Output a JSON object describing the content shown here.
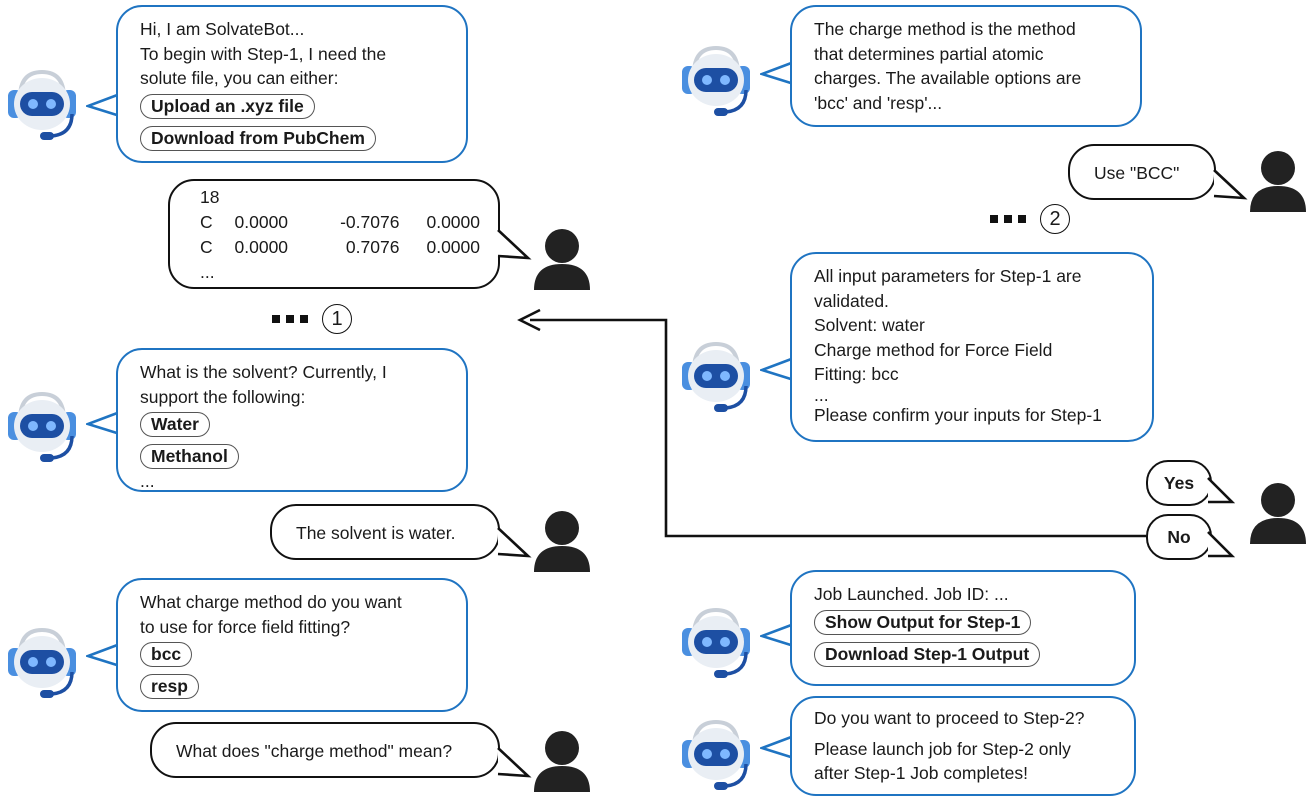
{
  "left": {
    "bot1": {
      "lines": [
        "Hi, I am SolvateBot...",
        "To begin with Step-1, I need the",
        "solute file, you can either:"
      ],
      "options": [
        "Upload an .xyz file",
        "Download from PubChem"
      ]
    },
    "user1": {
      "header": "18",
      "rows": [
        [
          "C",
          "0.0000",
          "-0.7076",
          "0.0000"
        ],
        [
          "C",
          "0.0000",
          "0.7076",
          "0.0000"
        ]
      ],
      "ellipsis": "..."
    },
    "step1": {
      "number": "1"
    },
    "bot2": {
      "lines": [
        "What is the solvent? Currently, I",
        "support the following:"
      ],
      "options": [
        "Water",
        "Methanol"
      ],
      "ellipsis": "..."
    },
    "user2": {
      "text": "The solvent is water."
    },
    "bot3": {
      "lines": [
        "What charge method do you want",
        "to use for force field fitting?"
      ],
      "options": [
        "bcc",
        "resp"
      ]
    },
    "user3": {
      "text": "What does \"charge method\" mean?"
    }
  },
  "right": {
    "bot4": {
      "lines": [
        "The charge method is the method",
        "that determines partial atomic",
        "charges. The available options are",
        "'bcc' and 'resp'..."
      ]
    },
    "user4": {
      "text": "Use \"BCC\""
    },
    "step2": {
      "number": "2"
    },
    "bot5": {
      "lines": [
        "All input parameters for Step-1 are",
        "validated.",
        "Solvent: water",
        "Charge method for Force Field",
        "Fitting: bcc",
        "...",
        "Please confirm your inputs for Step-1"
      ]
    },
    "replies": {
      "yes": "Yes",
      "no": "No"
    },
    "bot6": {
      "lines": [
        "Job Launched. Job ID: ..."
      ],
      "options": [
        "Show Output for Step-1",
        "Download Step-1 Output"
      ]
    },
    "bot7": {
      "lines": [
        "Do you want to proceed to Step-2?",
        "Please launch job for Step-2 only",
        "after Step-1 Job completes!"
      ]
    }
  },
  "colors": {
    "bot_border": "#1f74c2",
    "user_border": "#111111",
    "bot_head": "#5aa0ea",
    "bot_visor": "#1d4fa3"
  }
}
